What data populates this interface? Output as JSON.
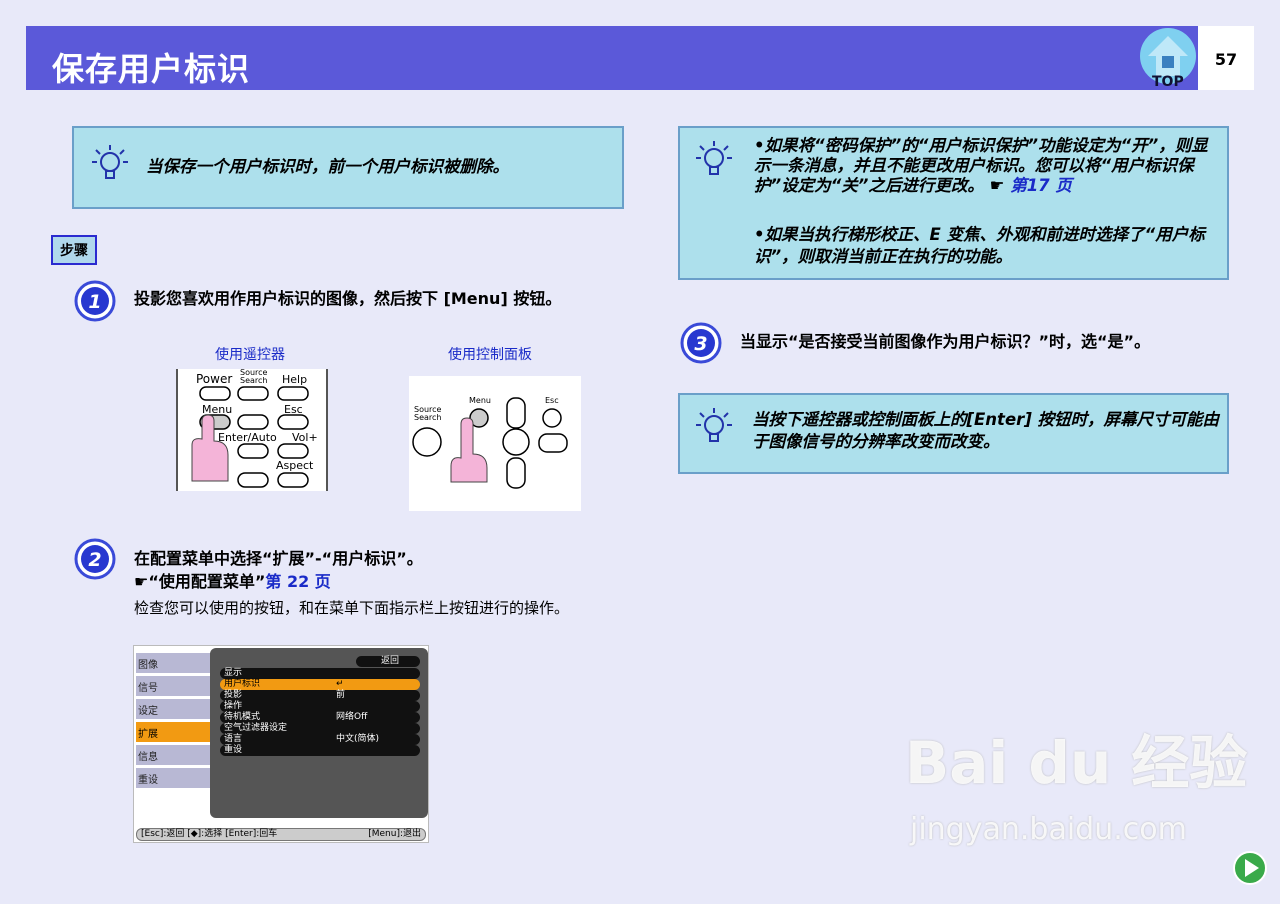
{
  "header": {
    "title": "保存用户标识",
    "page_number": "57",
    "top_label": "TOP"
  },
  "tip1": {
    "text": "当保存一个用户标识时，前一个用户标识被删除。"
  },
  "steps_label": "步骤",
  "step1": {
    "number": "1",
    "text": "投影您喜欢用作用户标识的图像，然后按下 [Menu] 按钮。",
    "caption_remote": "使用遥控器",
    "caption_panel": "使用控制面板",
    "remote_labels": [
      "Power",
      "Source Search",
      "Help",
      "Menu",
      "Esc",
      "Enter/Auto",
      "Vol+",
      "Aspect"
    ],
    "panel_labels": [
      "Source Search",
      "Menu",
      "Esc"
    ]
  },
  "step2": {
    "number": "2",
    "text": "在配置菜单中选择“扩展”-“用户标识”。",
    "ref_prefix": "“使用配置菜单”",
    "ref_link": "第 22 页",
    "desc": "检查您可以使用的按钮，和在菜单下面指示栏上按钮进行的操作。"
  },
  "menu": {
    "tabs": [
      "图像",
      "信号",
      "设定",
      "扩展",
      "信息",
      "重设"
    ],
    "selected_tab": 3,
    "back": "返回",
    "rows": [
      {
        "label": "显示",
        "value": ""
      },
      {
        "label": "用户标识",
        "value": "↵"
      },
      {
        "label": "投影",
        "value": "前"
      },
      {
        "label": "操作",
        "value": ""
      },
      {
        "label": "待机模式",
        "value": "网络Off"
      },
      {
        "label": "空气过滤器设定",
        "value": ""
      },
      {
        "label": "语言",
        "value": "中文(简体)"
      },
      {
        "label": "重设",
        "value": ""
      }
    ],
    "footer_left": "[Esc]:返回 [◆]:选择 [Enter]:回车",
    "footer_right": "[Menu]:退出",
    "colors": {
      "highlight": "#f29a12"
    }
  },
  "tip2": {
    "bullet1": "•如果将“密码保护”的“用户标识保护”功能设定为“开”，则显示一条消息，并且不能更改用户标识。您可以将“用户标识保护”设定为“关”之后进行更改。",
    "bullet1_link": "第17 页",
    "bullet2": "•如果当执行梯形校正、E 变焦、外观和前进时选择了“用户标识”，则取消当前正在执行的功能。"
  },
  "step3": {
    "number": "3",
    "text": "当显示“是否接受当前图像作为用户标识？”时，选“是”。"
  },
  "tip3": {
    "text": "当按下遥控器或控制面板上的[Enter] 按钮时，屏幕尺寸可能由于图像信号的分辨率改变而改变。"
  },
  "watermark": {
    "brand": "Bai du 经验",
    "url": "jingyan.baidu.com"
  },
  "colors": {
    "header": "#5b59d9",
    "note_bg": "#ade0ec",
    "link": "#1a2bc8"
  }
}
